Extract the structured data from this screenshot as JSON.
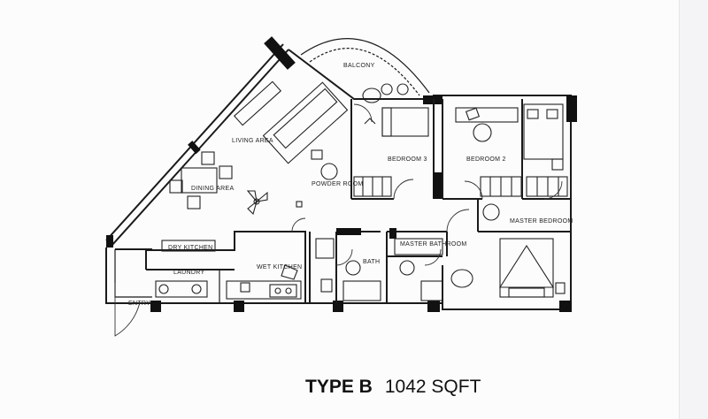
{
  "plan": {
    "type_label": "TYPE B",
    "area_label": "1042 SQFT",
    "rooms": {
      "balcony": "BALCONY",
      "living_area": "LIVING AREA",
      "dining_area": "DINING AREA",
      "powder_room": "POWDER ROOM",
      "bedroom_3": "BEDROOM 3",
      "bedroom_2": "BEDROOM 2",
      "master_bedroom": "MASTER BEDROOM",
      "master_bathroom": "MASTER BATHROOM",
      "dry_kitchen": "DRY KITCHEN",
      "laundry": "LAUNDRY",
      "wet_kitchen": "WET KITCHEN",
      "bath": "BATH",
      "entry": "ENTRY"
    }
  }
}
